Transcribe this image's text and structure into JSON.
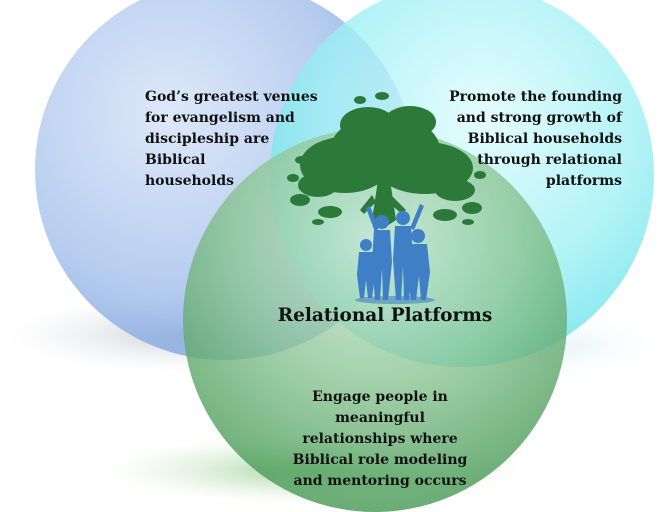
{
  "diagram": {
    "circles": [
      {
        "id": "left",
        "text": "God’s greatest venues\nfor evangelism and\ndiscipleship are\nBiblical\nhouseholds",
        "color": "#7aa6e6"
      },
      {
        "id": "right",
        "text": "Promote the founding\nand strong growth of\nBiblical households\nthrough relational\nplatforms",
        "color": "#63e6ec"
      },
      {
        "id": "bottom",
        "text": "Engage people in\nmeaningful\nrelationships where\nBiblical role modeling\nand mentoring occurs",
        "color": "#3f9a4c"
      }
    ],
    "center_label": "Relational Platforms",
    "center_image": "tree-with-people-icon",
    "colors": {
      "tree": "#2b7a3a",
      "people": "#3f7fc6"
    }
  }
}
